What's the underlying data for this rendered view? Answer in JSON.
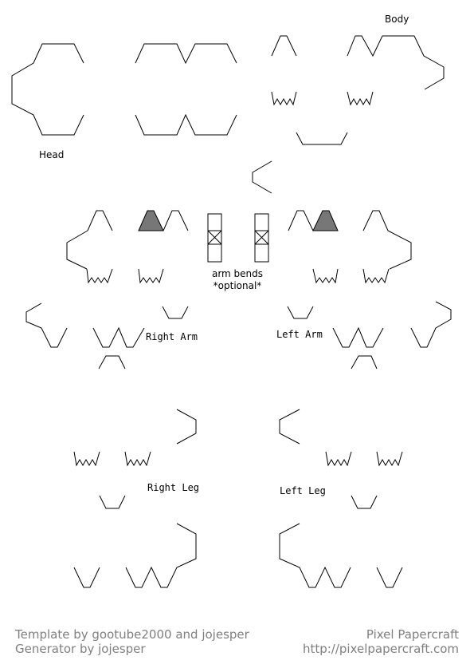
{
  "labels": {
    "body": "Body",
    "head": "Head",
    "arm_bends": "arm bends",
    "optional": "*optional*",
    "right_arm": "Right Arm",
    "left_arm": "Left Arm",
    "right_leg": "Right Leg",
    "left_leg": "Left Leg"
  },
  "footer": {
    "credit_template": "Template by gootube2000 and jojesper",
    "credit_generator": "Generator by jojesper",
    "brand": "Pixel Papercraft",
    "url": "http://pixelpapercraft.com"
  },
  "colors": {
    "line": "#000000",
    "shaded_tab": "#777777",
    "footer_text": "#808080",
    "background": "#ffffff"
  }
}
